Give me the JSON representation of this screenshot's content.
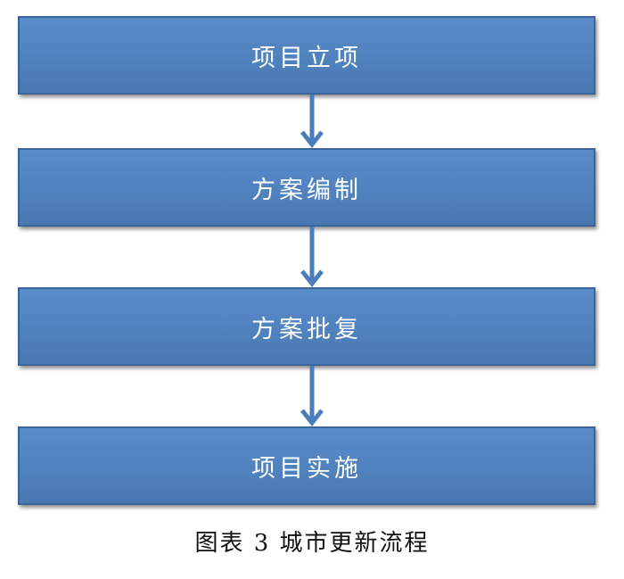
{
  "flowchart": {
    "steps": [
      {
        "label": "项目立项"
      },
      {
        "label": "方案编制"
      },
      {
        "label": "方案批复"
      },
      {
        "label": "项目实施"
      }
    ]
  },
  "caption": "图表 3 城市更新流程",
  "colors": {
    "box_fill": "#4f81bd",
    "box_border": "#3a6599",
    "arrow": "#4a7ebb",
    "box_text": "#ffffff"
  }
}
